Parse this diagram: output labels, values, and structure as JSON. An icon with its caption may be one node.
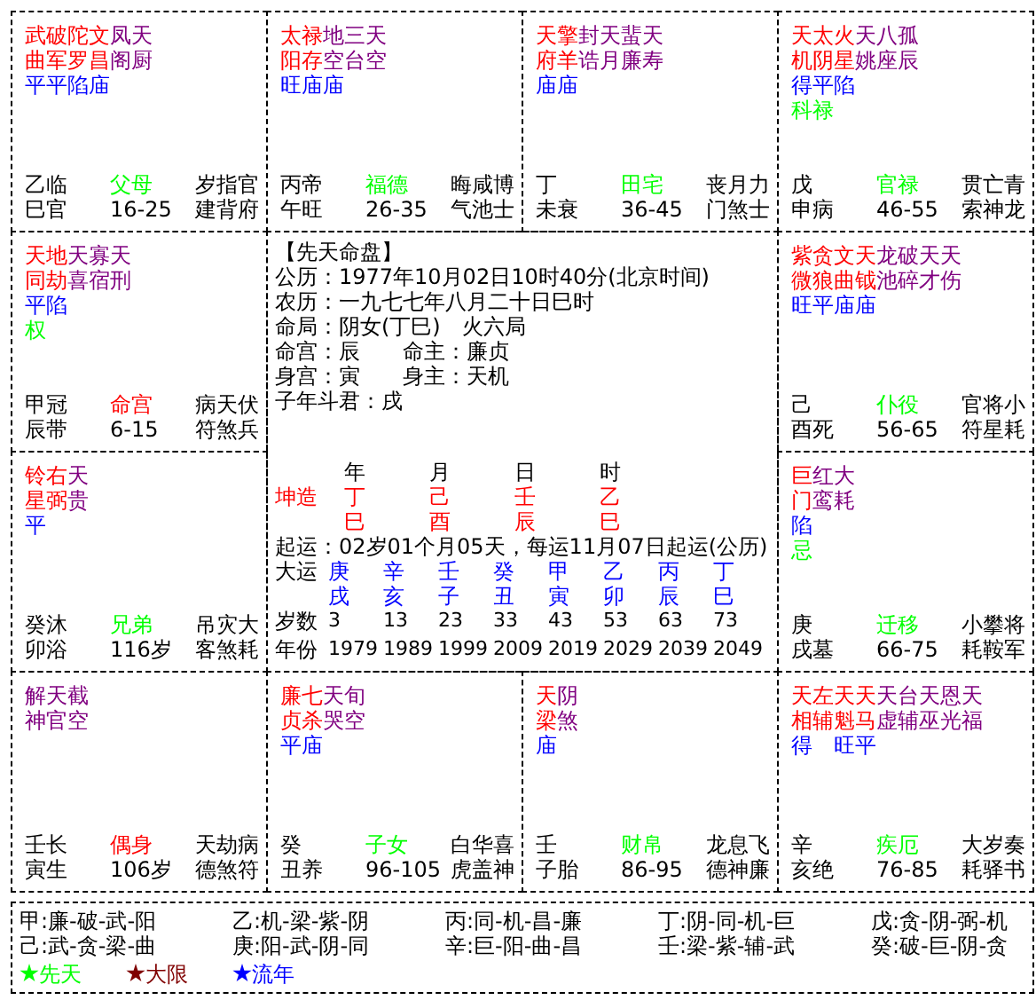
{
  "diagram": {
    "nodes": [
      {
        "text": [
          "武破陀文凤天",
          "曲军罗昌阁厨",
          "平平陷庙",
          "乙临",
          "父母",
          "岁指官",
          "巳官",
          "16-25",
          "建背府"
        ]
      },
      {
        "text": [
          "太禄地三天",
          "阳存空台空",
          "旺庙庙",
          "丙帝",
          "福德",
          "晦咸博",
          "午旺",
          "26-35",
          "气池士"
        ]
      },
      {
        "text": [
          "天擎封天蜚天",
          "府羊诰月廉寿",
          "庙庙",
          "丁",
          "田宅",
          "丧月力",
          "未衰",
          "36-45",
          "门煞士"
        ]
      },
      {
        "text": [
          "天太火天八孤",
          "机阴星姚座辰",
          "得平陷",
          "科禄",
          "戊",
          "官禄",
          "贯亡青",
          "申病",
          "46-55",
          "索神龙"
        ]
      },
      {
        "text": [
          "天地天寡天",
          "同劫喜宿刑",
          "平陷",
          "权",
          "甲冠",
          "命宫",
          "病天伏",
          "辰带",
          "6-15",
          "符煞兵"
        ]
      },
      {
        "text": [
          "【先天命盘】",
          "公历：1977年10月02日10时40分(北京时间)",
          "农历：一九七七年八月二十日巳时",
          "命局：阴女(丁巳)　火六局",
          "命宫：辰　　命主：廉贞",
          "身宫：寅　　身主：天机",
          "子年斗君：戌",
          "年",
          "月",
          "日",
          "时",
          "坤造",
          "丁",
          "己",
          "壬",
          "乙",
          "巳",
          "酉",
          "辰",
          "巳",
          "起运：02岁01个月05天，每运11月07日起运(公历)",
          "大运",
          "庚",
          "辛",
          "壬",
          "癸",
          "甲",
          "乙",
          "丙",
          "丁",
          "戌",
          "亥",
          "子",
          "丑",
          "寅",
          "卯",
          "辰",
          "巳",
          "岁数",
          "3",
          "13",
          "23",
          "33",
          "43",
          "53",
          "63",
          "73",
          "年份",
          "1979",
          "1989",
          "1999",
          "2009",
          "2019",
          "2029",
          "2039",
          "2049"
        ]
      },
      {
        "text": [
          "紫贪文天龙破天天",
          "微狼曲钺池碎才伤",
          "旺平庙庙",
          "己",
          "仆役",
          "官将小",
          "酉死",
          "56-65",
          "符星耗"
        ]
      },
      {
        "text": [
          "铃右天",
          "星弼贵",
          "平",
          "癸沐",
          "兄弟",
          "吊灾大",
          "卯浴",
          "116岁",
          "客煞耗"
        ]
      },
      {
        "text": [
          "巨红大",
          "门鸾耗",
          "陷",
          "忌",
          "庚",
          "迁移",
          "小攀将",
          "戌墓",
          "66-75",
          "耗鞍军"
        ]
      },
      {
        "text": [
          "解天截",
          "神官空",
          "壬长",
          "偶身",
          "天劫病",
          "寅生",
          "106岁",
          "德煞符"
        ]
      },
      {
        "text": [
          "廉七天旬",
          "贞杀哭空",
          "平庙",
          "癸",
          "子女",
          "白华喜",
          "丑养",
          "96-105",
          "虎盖神"
        ]
      },
      {
        "text": [
          "天阴",
          "梁煞",
          "庙",
          "壬",
          "财帛",
          "龙息飞",
          "子胎",
          "86-95",
          "德神廉"
        ]
      },
      {
        "text": [
          "天左天天天台天恩天",
          "相辅魁马虚辅巫光福",
          "得　旺平",
          "辛",
          "疾厄",
          "大岁奏",
          "亥绝",
          "76-85",
          "耗驿书"
        ]
      },
      {
        "text": [
          "甲:廉-破-武-阳",
          "乙:机-梁-紫-阴",
          "丙:同-机-昌-廉",
          "丁:阴-同-机-巨",
          "戊:贪-阴-弼-机",
          "己:武-贪-梁-曲",
          "庚:阳-武-阴-同",
          "辛:巨-阳-曲-昌",
          "壬:梁-紫-辅-武",
          "癸:破-巨-阴-贪"
        ]
      }
    ],
    "legend": [
      {
        "text": "先天",
        "color": "#00ff00"
      },
      {
        "text": "大限",
        "color": "#800000"
      },
      {
        "text": "流年",
        "color": "#0000ff"
      }
    ]
  }
}
